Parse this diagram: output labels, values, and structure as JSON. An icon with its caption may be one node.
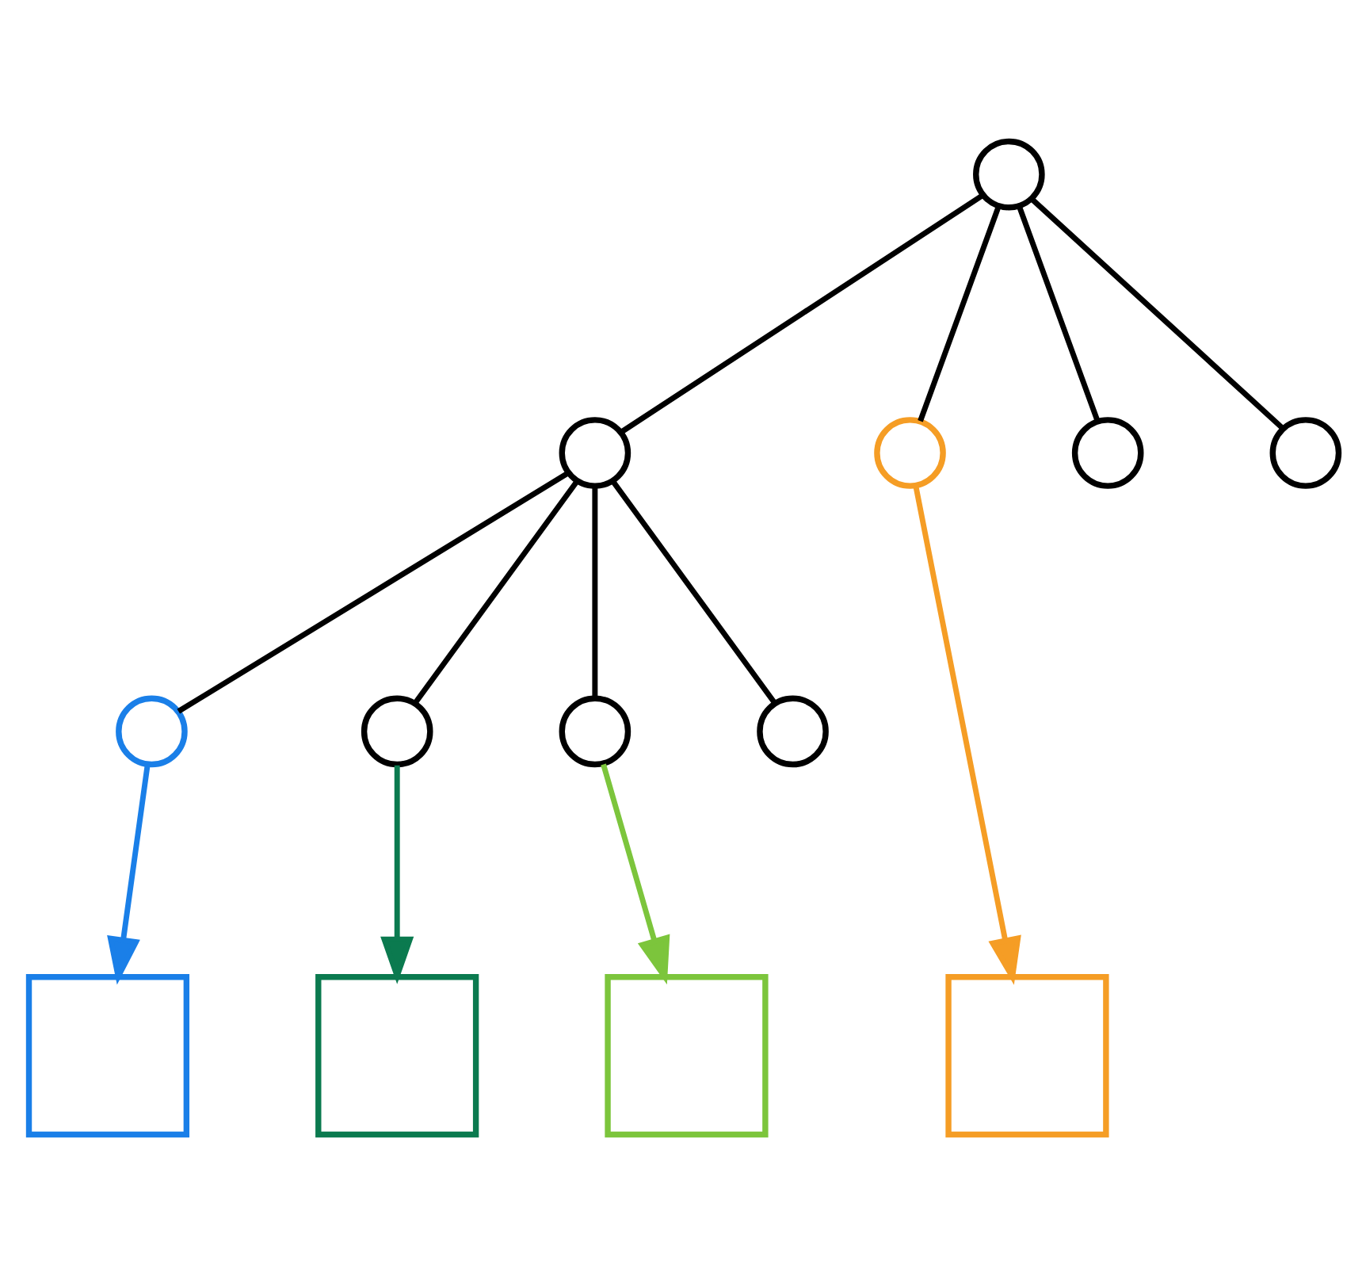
{
  "diagram": {
    "nodes": [
      {
        "text": [],
        "shape": "circle"
      },
      {
        "text": [],
        "shape": "circle"
      },
      {
        "text": [],
        "shape": "circle"
      },
      {
        "text": [],
        "shape": "circle"
      },
      {
        "text": [],
        "shape": "circle"
      },
      {
        "text": [],
        "shape": "circle"
      },
      {
        "text": [],
        "shape": "circle"
      },
      {
        "text": [],
        "shape": "circle"
      },
      {
        "text": [],
        "shape": "circle"
      },
      {
        "text": [],
        "shape": "box"
      },
      {
        "text": [],
        "shape": "box"
      },
      {
        "text": [],
        "shape": "box"
      },
      {
        "text": [],
        "shape": "box"
      }
    ],
    "edges": [
      {
        "from": 0,
        "to": 1,
        "arrow": "none"
      },
      {
        "from": 0,
        "to": 2,
        "arrow": "none"
      },
      {
        "from": 0,
        "to": 3,
        "arrow": "none"
      },
      {
        "from": 0,
        "to": 4,
        "arrow": "none"
      },
      {
        "from": 1,
        "to": 5,
        "arrow": "none"
      },
      {
        "from": 1,
        "to": 6,
        "arrow": "none"
      },
      {
        "from": 1,
        "to": 7,
        "arrow": "none"
      },
      {
        "from": 1,
        "to": 8,
        "arrow": "none"
      },
      {
        "from": 5,
        "to": 9,
        "arrow": "to",
        "color": "#1a7fe8"
      },
      {
        "from": 6,
        "to": 10,
        "arrow": "to",
        "color": "#0b7a4f"
      },
      {
        "from": 7,
        "to": 11,
        "arrow": "to",
        "color": "#7cc53c"
      },
      {
        "from": 2,
        "to": 12,
        "arrow": "to",
        "color": "#f59d25"
      }
    ]
  }
}
